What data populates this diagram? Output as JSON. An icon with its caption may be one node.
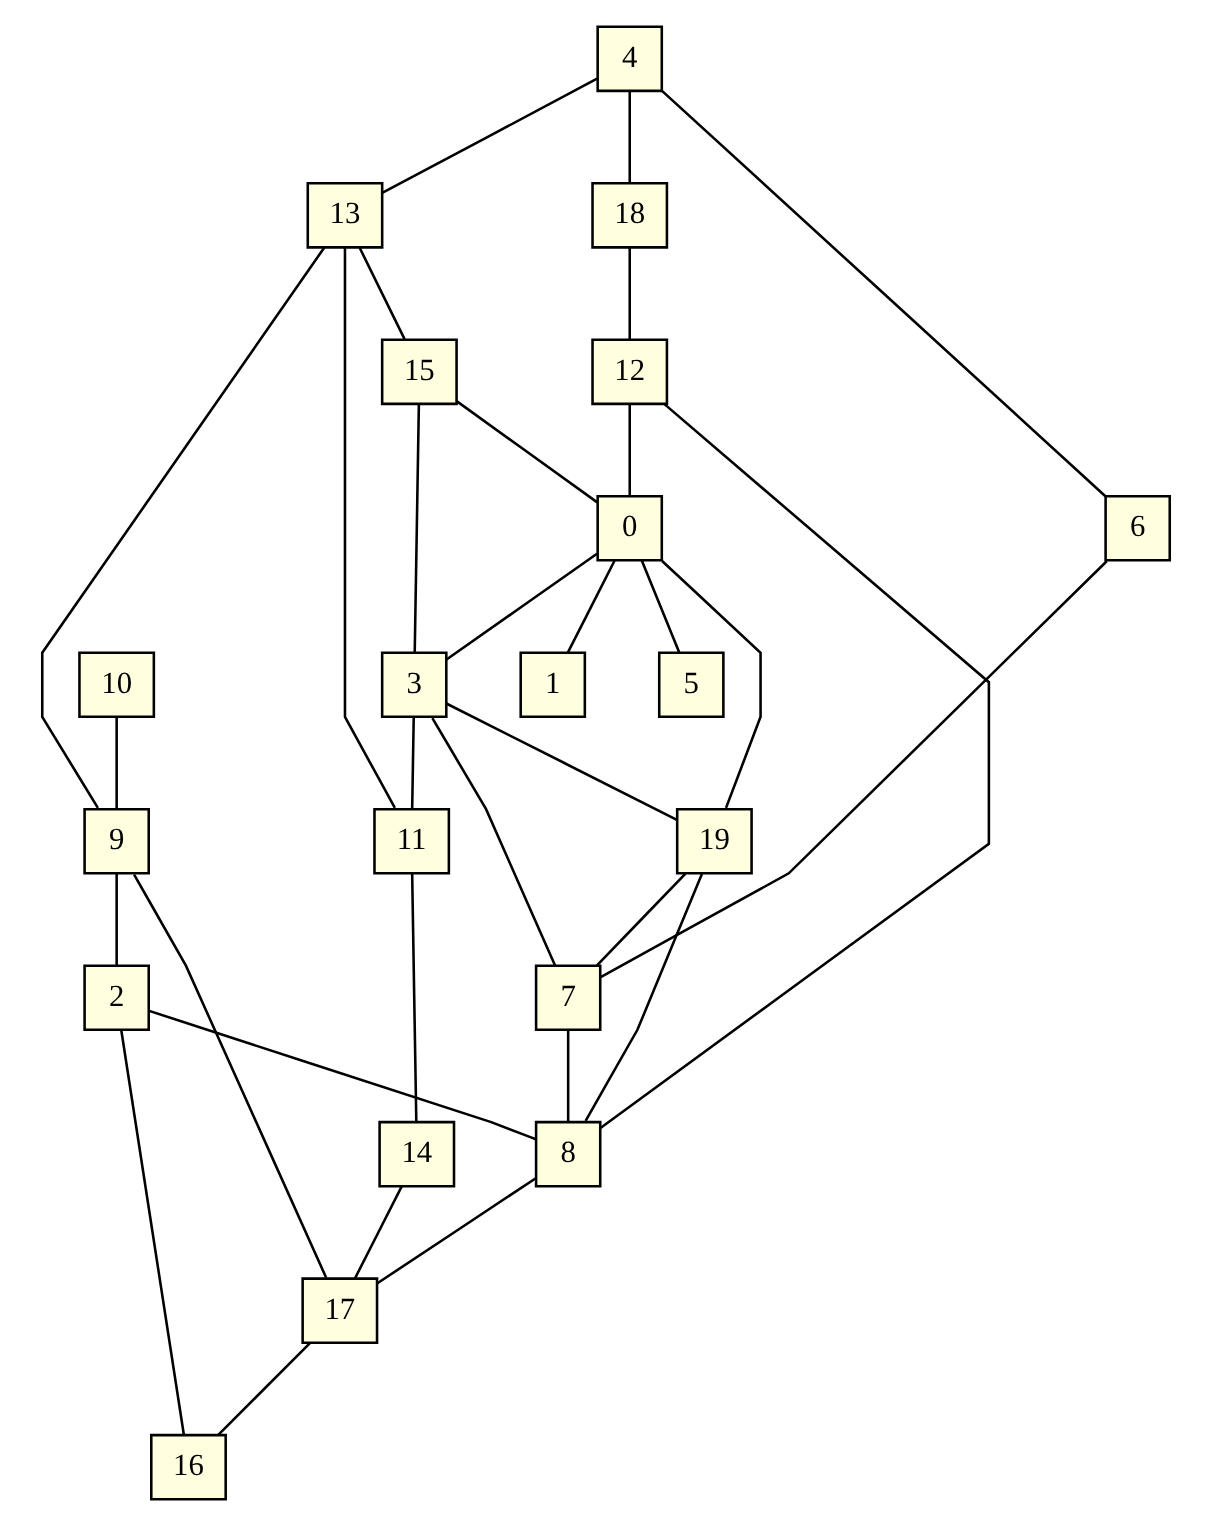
{
  "diagram": {
    "nodes": [
      {
        "text": [
          "0"
        ]
      },
      {
        "text": [
          "1"
        ]
      },
      {
        "text": [
          "2"
        ]
      },
      {
        "text": [
          "3"
        ]
      },
      {
        "text": [
          "4"
        ]
      },
      {
        "text": [
          "5"
        ]
      },
      {
        "text": [
          "6"
        ]
      },
      {
        "text": [
          "7"
        ]
      },
      {
        "text": [
          "8"
        ]
      },
      {
        "text": [
          "9"
        ]
      },
      {
        "text": [
          "10"
        ]
      },
      {
        "text": [
          "11"
        ]
      },
      {
        "text": [
          "12"
        ]
      },
      {
        "text": [
          "13"
        ]
      },
      {
        "text": [
          "14"
        ]
      },
      {
        "text": [
          "15"
        ]
      },
      {
        "text": [
          "16"
        ]
      },
      {
        "text": [
          "17"
        ]
      },
      {
        "text": [
          "18"
        ]
      },
      {
        "text": [
          "19"
        ]
      }
    ],
    "edges": [
      {
        "from": 4,
        "to": 6,
        "arrow": "none"
      },
      {
        "from": 4,
        "to": 18,
        "arrow": "none"
      },
      {
        "from": 18,
        "to": 12,
        "arrow": "none"
      },
      {
        "from": 4,
        "to": 13,
        "arrow": "none"
      },
      {
        "from": 13,
        "to": 15,
        "arrow": "none"
      },
      {
        "from": 13,
        "to": 9,
        "arrow": "none"
      },
      {
        "from": 13,
        "to": 11,
        "arrow": "none"
      },
      {
        "from": 15,
        "to": 0,
        "arrow": "none"
      },
      {
        "from": 15,
        "to": 3,
        "arrow": "none"
      },
      {
        "from": 12,
        "to": 0,
        "arrow": "none"
      },
      {
        "from": 12,
        "to": 8,
        "arrow": "none"
      },
      {
        "from": 0,
        "to": 1,
        "arrow": "none"
      },
      {
        "from": 0,
        "to": 5,
        "arrow": "none"
      },
      {
        "from": 0,
        "to": 3,
        "arrow": "none"
      },
      {
        "from": 0,
        "to": 19,
        "arrow": "none"
      },
      {
        "from": 6,
        "to": 7,
        "arrow": "none"
      },
      {
        "from": 3,
        "to": 19,
        "arrow": "none"
      },
      {
        "from": 3,
        "to": 7,
        "arrow": "none"
      },
      {
        "from": 3,
        "to": 11,
        "arrow": "none"
      },
      {
        "from": 19,
        "to": 7,
        "arrow": "none"
      },
      {
        "from": 19,
        "to": 8,
        "arrow": "none"
      },
      {
        "from": 7,
        "to": 8,
        "arrow": "none"
      },
      {
        "from": 11,
        "to": 14,
        "arrow": "none"
      },
      {
        "from": 14,
        "to": 17,
        "arrow": "none"
      },
      {
        "from": 8,
        "to": 17,
        "arrow": "none"
      },
      {
        "from": 10,
        "to": 9,
        "arrow": "none"
      },
      {
        "from": 9,
        "to": 17,
        "arrow": "none"
      },
      {
        "from": 9,
        "to": 2,
        "arrow": "none"
      },
      {
        "from": 17,
        "to": 16,
        "arrow": "none"
      },
      {
        "from": 2,
        "to": 16,
        "arrow": "none"
      },
      {
        "from": 2,
        "to": 8,
        "arrow": "none"
      }
    ]
  }
}
